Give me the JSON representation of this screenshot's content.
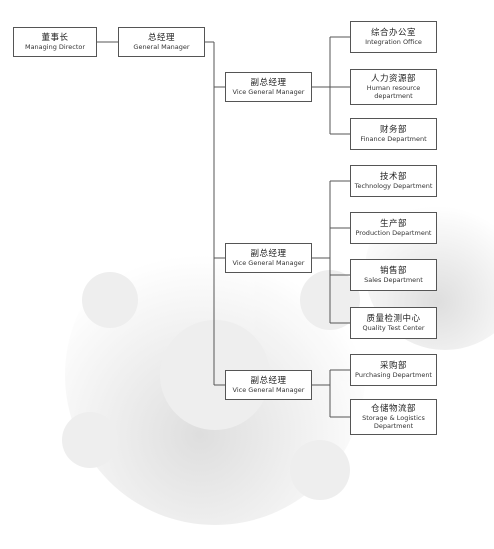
{
  "colors": {
    "line": "#555555",
    "border": "#555555",
    "text": "#222222",
    "gear": "#e6e6e6"
  },
  "org": {
    "director": {
      "zh": "董事长",
      "en": "Managing Director"
    },
    "gm": {
      "zh": "总经理",
      "en": "General Manager"
    },
    "vp1": {
      "zh": "副总经理",
      "en": "Vice General Manager"
    },
    "vp2": {
      "zh": "副总经理",
      "en": "Vice General Manager"
    },
    "vp3": {
      "zh": "副总经理",
      "en": "Vice General Manager"
    },
    "departments": [
      {
        "zh": "综合办公室",
        "en": "Integration Office"
      },
      {
        "zh": "人力资源部",
        "en": "Human resource department"
      },
      {
        "zh": "财务部",
        "en": "Finance Department"
      },
      {
        "zh": "技术部",
        "en": "Technology Department"
      },
      {
        "zh": "生产部",
        "en": "Production Department"
      },
      {
        "zh": "销售部",
        "en": "Sales Department"
      },
      {
        "zh": "质量检测中心",
        "en": "Quality Test Center"
      },
      {
        "zh": "采购部",
        "en": "Purchasing Department"
      },
      {
        "zh": "仓储物流部",
        "en": "Storage & Logistics Department"
      }
    ]
  }
}
